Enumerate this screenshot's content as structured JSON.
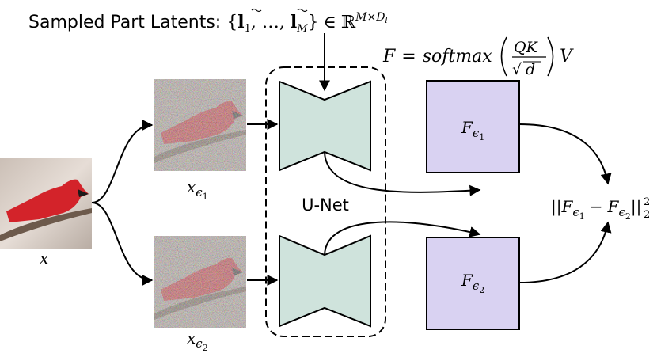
{
  "title": {
    "prefix": "Sampled Part Latents: ",
    "set_open": "{",
    "l1": "l",
    "sub1": "1",
    "mid": ", …, ",
    "lM": "l",
    "subM": "M",
    "set_close": "}",
    "in": "∈",
    "reals": "ℝ",
    "sup_M": "M",
    "sup_times": "×",
    "sup_D": "D",
    "sup_l": "l"
  },
  "formula": {
    "lhs": "F",
    "eq": "=",
    "fn": "softmax",
    "num": "QK",
    "sqrt": "√",
    "den": "d",
    "rhs": "V"
  },
  "input": {
    "var": "x"
  },
  "noisy": [
    {
      "var": "x",
      "eps": "ϵ",
      "sub": "1"
    },
    {
      "var": "x",
      "eps": "ϵ",
      "sub": "2"
    }
  ],
  "unet": {
    "label": "U-Net"
  },
  "features": [
    {
      "var": "F",
      "eps": "ϵ",
      "sub": "1"
    },
    {
      "var": "F",
      "eps": "ϵ",
      "sub": "2"
    }
  ],
  "loss": {
    "bars_open": "||",
    "F": "F",
    "eps": "ϵ",
    "sub1": "1",
    "minus": "−",
    "sub2": "2",
    "bars_close": "||",
    "sub_2": "2",
    "sup_2": "2"
  },
  "colors": {
    "unet_fill": "#cfe3dc",
    "feature_fill": "#d9d2f2",
    "stroke": "#000000"
  }
}
